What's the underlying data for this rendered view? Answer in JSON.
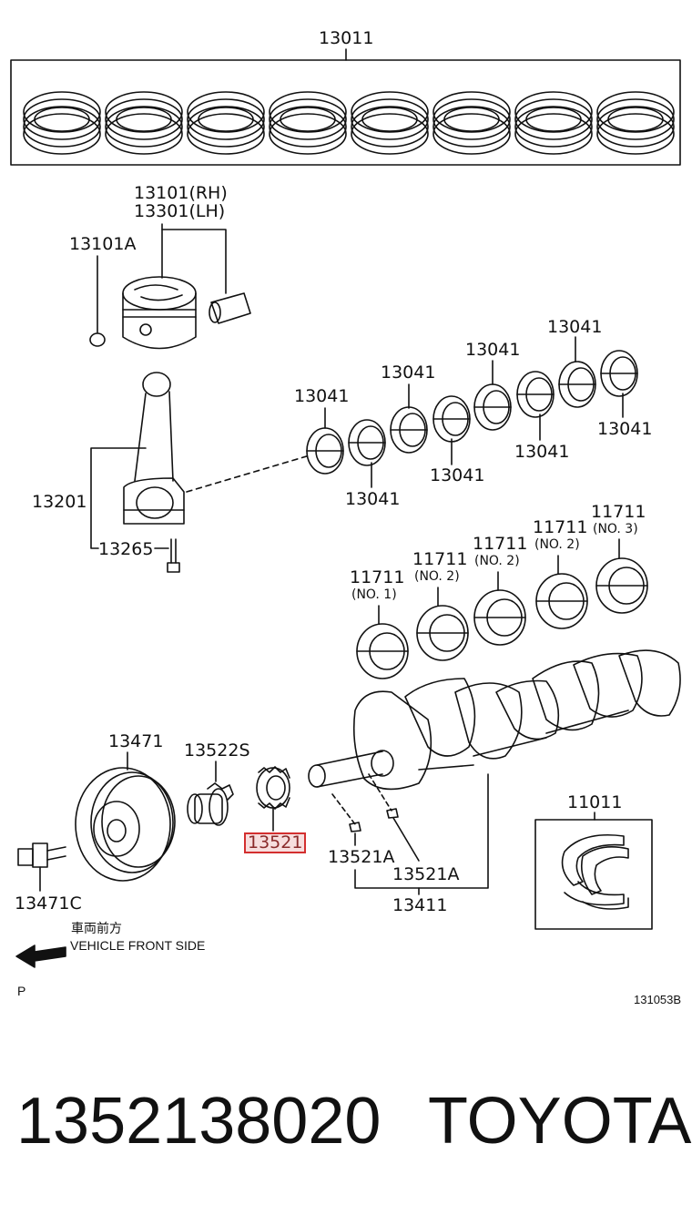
{
  "labels": {
    "rings_box": "13011",
    "piston_rh": "13101(RH)",
    "piston_lh": "13301(LH)",
    "snap_ring": "13101A",
    "rod_bearing_1": "13041",
    "rod_bearing_2": "13041",
    "rod_bearing_3": "13041",
    "rod_bearing_4": "13041",
    "rod_bearing_5": "13041",
    "rod_bearing_6": "13041",
    "rod_bearing_7": "13041",
    "rod_bearing_8": "13041",
    "conn_rod": "13201",
    "rod_bolt": "13265",
    "main_bearing_1": "11711",
    "main_bearing_1_sub": "(NO. 1)",
    "main_bearing_2": "11711",
    "main_bearing_2_sub": "(NO. 2)",
    "main_bearing_3": "11711",
    "main_bearing_3_sub": "(NO. 2)",
    "main_bearing_4": "11711",
    "main_bearing_4_sub": "(NO. 2)",
    "main_bearing_5": "11711",
    "main_bearing_5_sub": "(NO. 3)",
    "pulley": "13471",
    "pulley_bolt": "13471C",
    "timing_gear": "13522S",
    "key_highlighted": "13521",
    "key_a_left": "13521A",
    "key_a_right": "13521A",
    "crankshaft": "13411",
    "thrust_washer": "11011"
  },
  "direction": {
    "japanese": "車両前方",
    "english": "VEHICLE FRONT SIDE"
  },
  "corner_mark": "P",
  "figure_code": "131053B",
  "footer": {
    "part_number": "1352138020",
    "brand": "TOYOTA"
  },
  "colors": {
    "highlight_border": "#d32f2f",
    "highlight_fill": "#f7dede"
  }
}
